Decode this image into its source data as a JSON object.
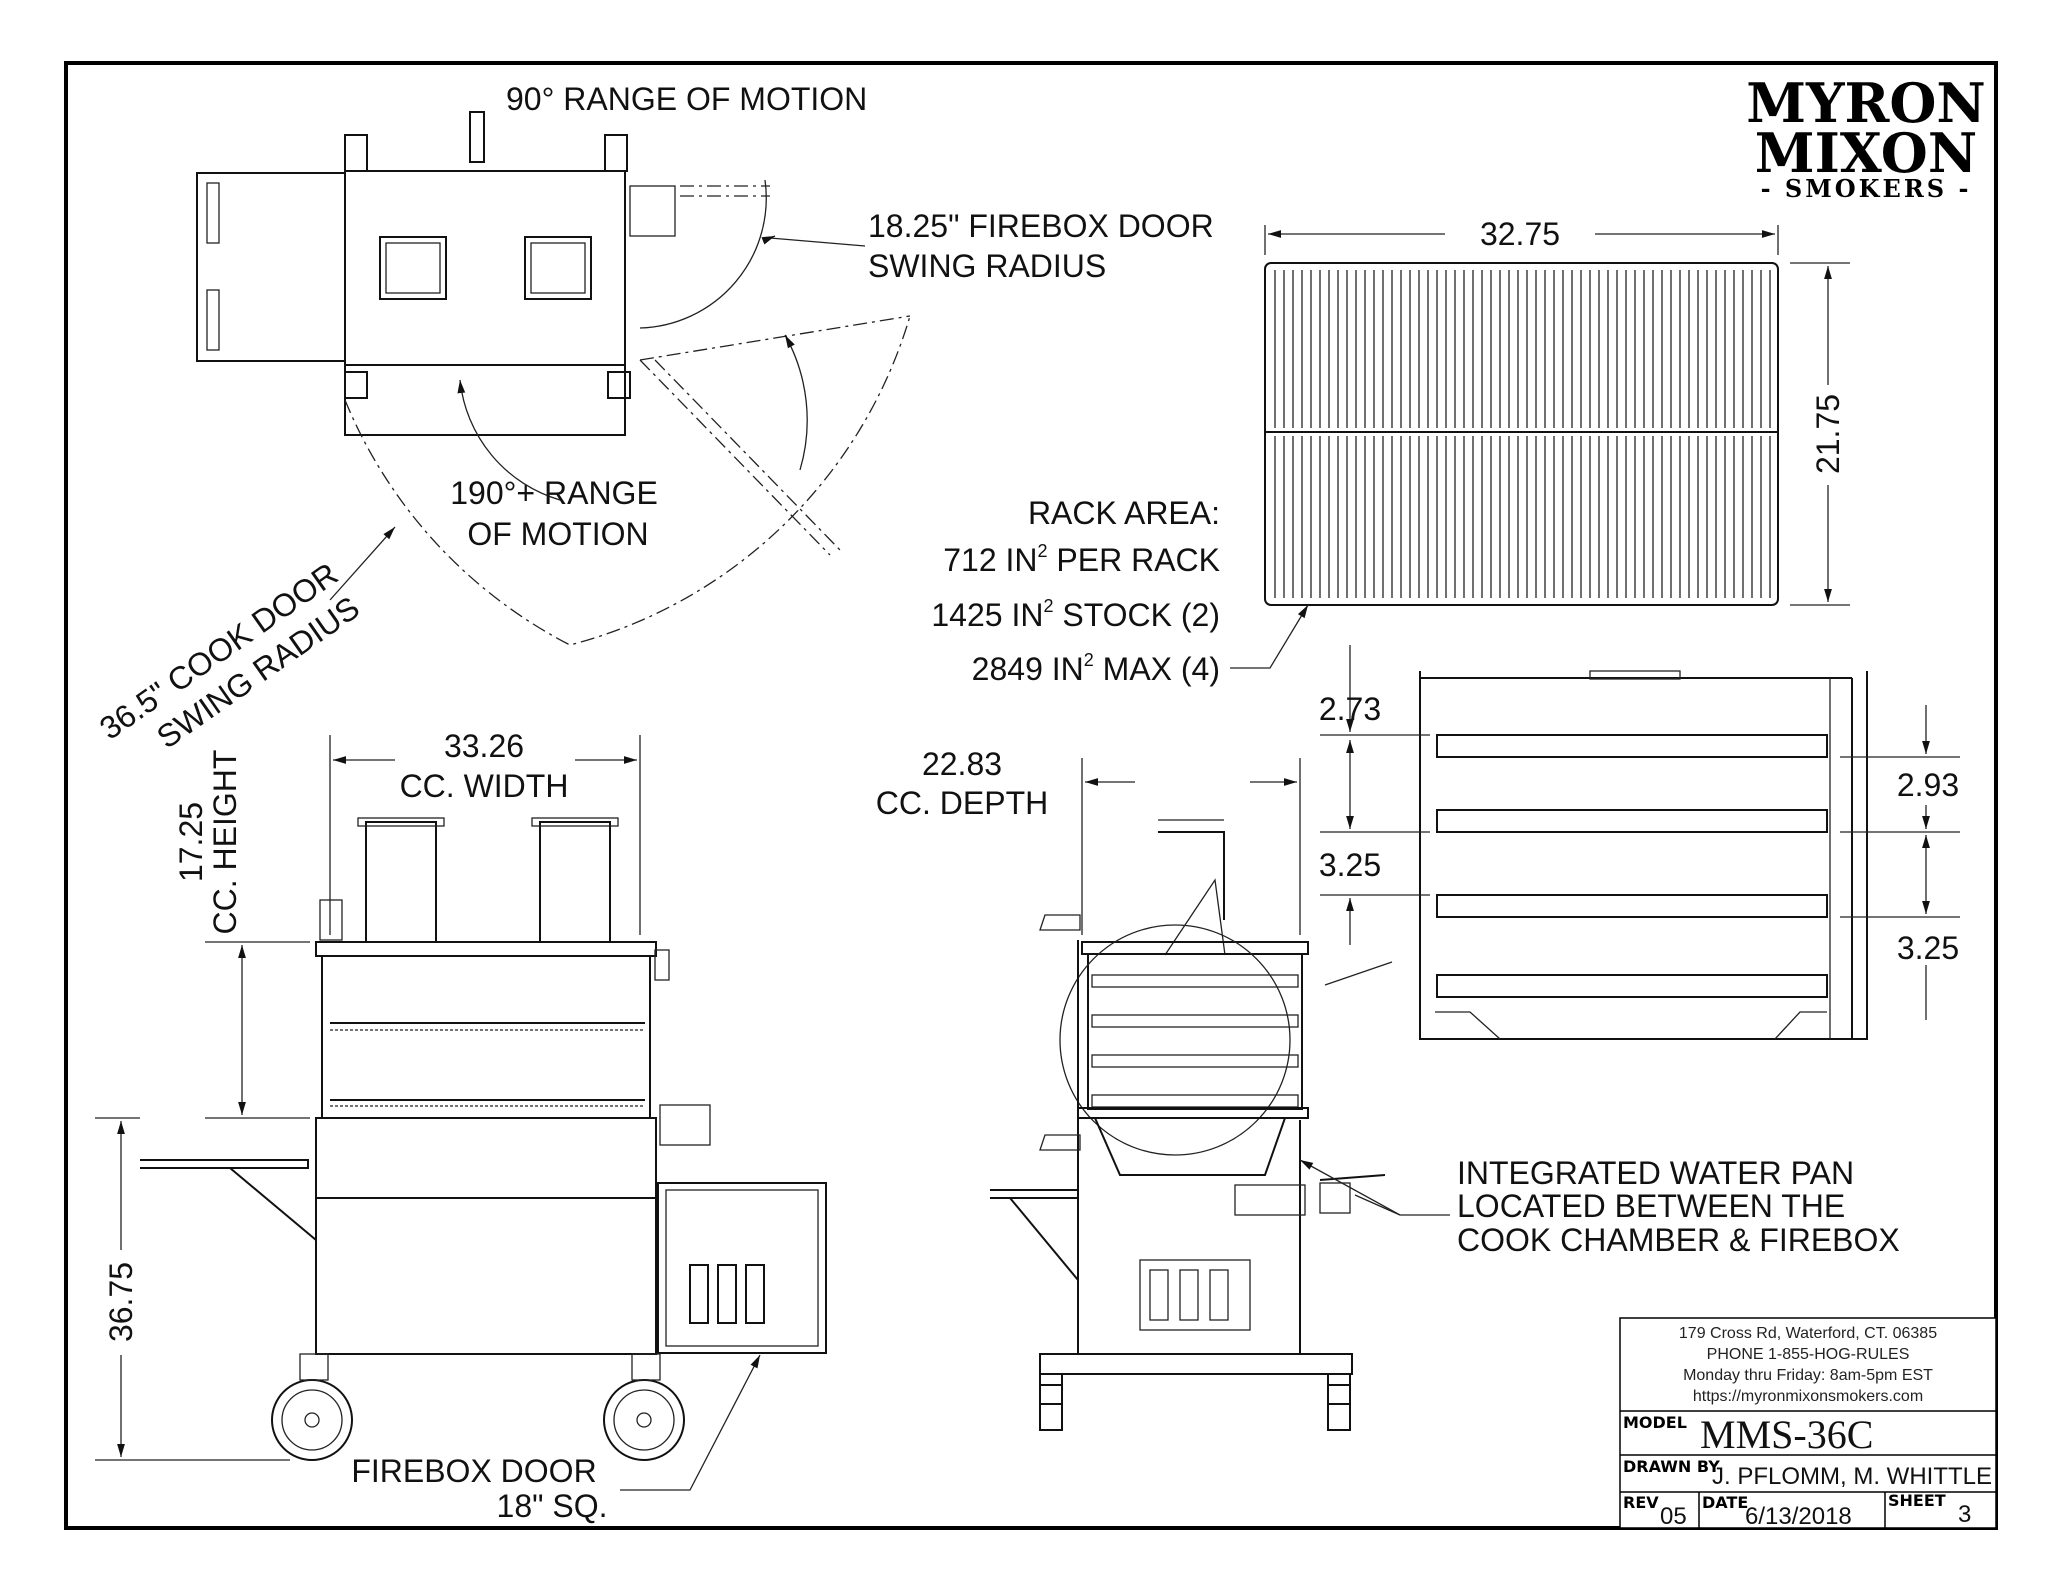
{
  "logo": {
    "line1": "MYRON",
    "line2": "MIXON",
    "line3": "- SMOKERS -"
  },
  "top_view": {
    "firebox_range": "90° RANGE OF MOTION",
    "firebox_radius_1": "18.25\" FIREBOX DOOR",
    "firebox_radius_2": "SWING RADIUS",
    "cook_range_1": "190°+ RANGE",
    "cook_range_2": "OF MOTION",
    "cook_radius_1": "36.5\" COOK DOOR",
    "cook_radius_2": "SWING RADIUS"
  },
  "rack": {
    "width": "32.75",
    "depth": "21.75",
    "title": "RACK AREA:",
    "lines": [
      {
        "value": "712 IN",
        "exp": "2",
        "label": " PER RACK"
      },
      {
        "value": "1425 IN",
        "exp": "2",
        "label": " STOCK (2)"
      },
      {
        "value": "2849 IN",
        "exp": "2",
        "label": " MAX (4)"
      }
    ]
  },
  "rack_spacing": {
    "left_1": "2.73",
    "left_2": "3.25",
    "right_1": "2.93",
    "right_2": "3.25"
  },
  "front_view": {
    "width_value": "33.26",
    "width_label": "CC. WIDTH",
    "height_value": "17.25",
    "height_label": "CC. HEIGHT",
    "overall_height": "36.75",
    "firebox_door_1": "FIREBOX DOOR",
    "firebox_door_2": "18\" SQ."
  },
  "side_view": {
    "depth_value": "22.83",
    "depth_label": "CC. DEPTH",
    "water_pan_1": "INTEGRATED WATER PAN",
    "water_pan_2": "LOCATED BETWEEN THE",
    "water_pan_3": "COOK CHAMBER & FIREBOX"
  },
  "title_block": {
    "address": "179 Cross Rd, Waterford, CT. 06385",
    "phone": "PHONE 1-855-HOG-RULES",
    "hours": "Monday thru Friday: 8am-5pm EST",
    "website": "https://myronmixonsmokers.com",
    "model_label": "MODEL",
    "model": "MMS-36C",
    "drawn_by_label": "DRAWN BY",
    "drawn_by": "J. PFLOMM, M. WHITTLE",
    "rev_label": "REV",
    "rev": "05",
    "date_label": "DATE",
    "date": "6/13/2018",
    "sheet_label": "SHEET",
    "sheet": "3"
  }
}
